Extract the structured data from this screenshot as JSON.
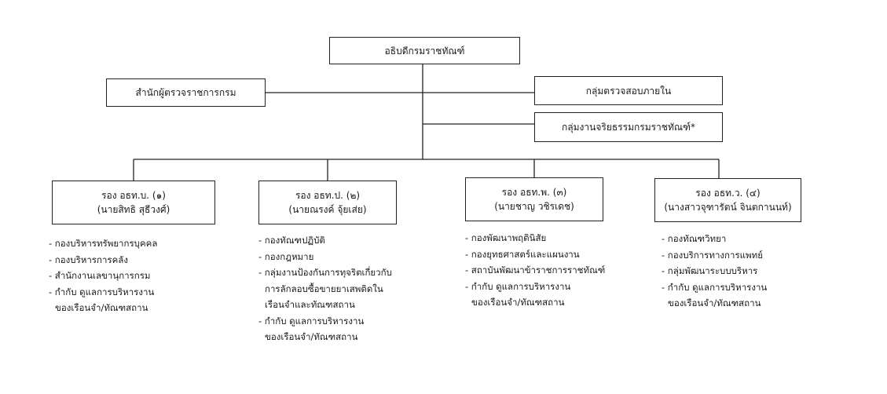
{
  "director": "อธิบดีกรมราชทัณฑ์",
  "left_unit": "สำนักผู้ตรวจราชการกรม",
  "right_units": [
    "กลุ่มตรวจสอบภายใน",
    "กลุ่มงานจริยธรรมกรมราชทัณฑ์*"
  ],
  "deputies": [
    {
      "title": "รอง อธท.บ. (๑)",
      "name": "(นายสิทธิ สุธีวงศ์)",
      "items": [
        [
          "- กองบริหารทรัพยากรบุคคล"
        ],
        [
          "- กองบริหารการคลัง"
        ],
        [
          "- สำนักงานเลขานุการกรม"
        ],
        [
          "- กำกับ ดูแลการบริหารงาน",
          "ของเรือนจำ/ทัณฑสถาน"
        ]
      ]
    },
    {
      "title": "รอง อธท.ป. (๒)",
      "name": "(นายณรงค์ จุ้ยเส่ย)",
      "items": [
        [
          "- กองทัณฑปฏิบัติ"
        ],
        [
          "- กองกฎหมาย"
        ],
        [
          "- กลุ่มงานป้องกันการทุจริตเกี่ยวกับ",
          "การลักลอบซื้อขายยาเสพติดใน",
          "เรือนจำและทัณฑสถาน"
        ],
        [
          "- กำกับ ดูแลการบริหารงาน",
          "ของเรือนจำ/ทัณฑสถาน"
        ]
      ]
    },
    {
      "title": "รอง อธท.พ. (๓)",
      "name": "(นายชาญ วชิรเดช)",
      "items": [
        [
          "- กองพัฒนาพฤตินิสัย"
        ],
        [
          "- กองยุทธศาสตร์และแผนงาน"
        ],
        [
          "- สถาบันพัฒนาข้าราชการราชทัณฑ์"
        ],
        [
          "- กำกับ ดูแลการบริหารงาน",
          "ของเรือนจำ/ทัณฑสถาน"
        ]
      ]
    },
    {
      "title": "รอง อธท.ว. (๔)",
      "name": "(นางสาวจุฑารัตน์ จินตกานนท์)",
      "items": [
        [
          "- กองทัณฑวิทยา"
        ],
        [
          "- กองบริการทางการแพทย์"
        ],
        [
          "- กลุ่มพัฒนาระบบบริหาร"
        ],
        [
          "- กำกับ ดูแลการบริหารงาน",
          "ของเรือนจำ/ทัณฑสถาน"
        ]
      ]
    }
  ]
}
